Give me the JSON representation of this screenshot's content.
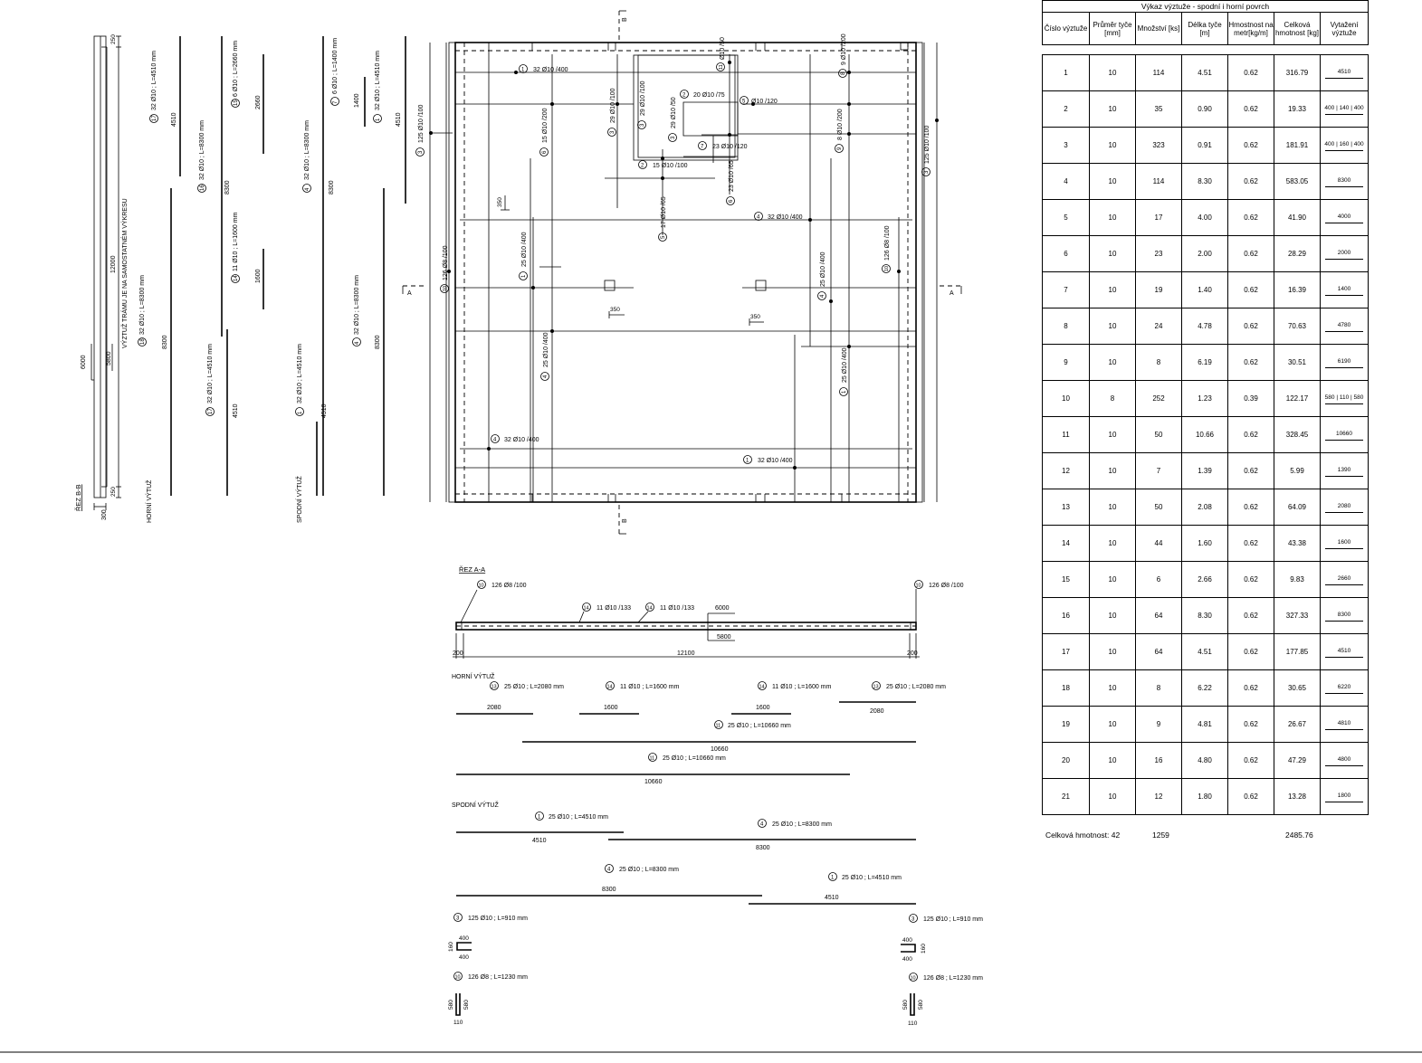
{
  "schedule": {
    "title": "Výkaz výztuže - spodní i horní povrch",
    "headers": [
      "Číslo výztuže",
      "Průměr tyče [mm]",
      "Množství [ks]",
      "Délka tyče [m]",
      "Hmostnost na metr[kg/m]",
      "Celková hmotnost [kg]",
      "Vytažení výztuže"
    ],
    "rows": [
      {
        "no": "1",
        "d": "10",
        "qty": "114",
        "len": "4.51",
        "w": "0.62",
        "total": "316.79",
        "shape": "4510"
      },
      {
        "no": "2",
        "d": "10",
        "qty": "35",
        "len": "0.90",
        "w": "0.62",
        "total": "19.33",
        "shape": "400 | 140 | 400"
      },
      {
        "no": "3",
        "d": "10",
        "qty": "323",
        "len": "0.91",
        "w": "0.62",
        "total": "181.91",
        "shape": "400 | 160 | 400"
      },
      {
        "no": "4",
        "d": "10",
        "qty": "114",
        "len": "8.30",
        "w": "0.62",
        "total": "583.05",
        "shape": "8300"
      },
      {
        "no": "5",
        "d": "10",
        "qty": "17",
        "len": "4.00",
        "w": "0.62",
        "total": "41.90",
        "shape": "4000"
      },
      {
        "no": "6",
        "d": "10",
        "qty": "23",
        "len": "2.00",
        "w": "0.62",
        "total": "28.29",
        "shape": "2000"
      },
      {
        "no": "7",
        "d": "10",
        "qty": "19",
        "len": "1.40",
        "w": "0.62",
        "total": "16.39",
        "shape": "1400"
      },
      {
        "no": "8",
        "d": "10",
        "qty": "24",
        "len": "4.78",
        "w": "0.62",
        "total": "70.63",
        "shape": "4780"
      },
      {
        "no": "9",
        "d": "10",
        "qty": "8",
        "len": "6.19",
        "w": "0.62",
        "total": "30.51",
        "shape": "6190"
      },
      {
        "no": "10",
        "d": "8",
        "qty": "252",
        "len": "1.23",
        "w": "0.39",
        "total": "122.17",
        "shape": "580 | 110 | 580"
      },
      {
        "no": "11",
        "d": "10",
        "qty": "50",
        "len": "10.66",
        "w": "0.62",
        "total": "328.45",
        "shape": "10660"
      },
      {
        "no": "12",
        "d": "10",
        "qty": "7",
        "len": "1.39",
        "w": "0.62",
        "total": "5.99",
        "shape": "1390"
      },
      {
        "no": "13",
        "d": "10",
        "qty": "50",
        "len": "2.08",
        "w": "0.62",
        "total": "64.09",
        "shape": "2080"
      },
      {
        "no": "14",
        "d": "10",
        "qty": "44",
        "len": "1.60",
        "w": "0.62",
        "total": "43.38",
        "shape": "1600"
      },
      {
        "no": "15",
        "d": "10",
        "qty": "6",
        "len": "2.66",
        "w": "0.62",
        "total": "9.83",
        "shape": "2660"
      },
      {
        "no": "16",
        "d": "10",
        "qty": "64",
        "len": "8.30",
        "w": "0.62",
        "total": "327.33",
        "shape": "8300"
      },
      {
        "no": "17",
        "d": "10",
        "qty": "64",
        "len": "4.51",
        "w": "0.62",
        "total": "177.85",
        "shape": "4510"
      },
      {
        "no": "18",
        "d": "10",
        "qty": "8",
        "len": "6.22",
        "w": "0.62",
        "total": "30.65",
        "shape": "6220"
      },
      {
        "no": "19",
        "d": "10",
        "qty": "9",
        "len": "4.81",
        "w": "0.62",
        "total": "26.67",
        "shape": "4810"
      },
      {
        "no": "20",
        "d": "10",
        "qty": "16",
        "len": "4.80",
        "w": "0.62",
        "total": "47.29",
        "shape": "4800"
      },
      {
        "no": "21",
        "d": "10",
        "qty": "12",
        "len": "1.80",
        "w": "0.62",
        "total": "13.28",
        "shape": "1800"
      }
    ],
    "totals": {
      "label": "Celková hmotnost: 42",
      "qty": "1259",
      "mass": "2485.76"
    }
  },
  "section_bb": {
    "label": "ŘEZ B-B",
    "dim_300": "300",
    "dim_250_top": "250",
    "dim_250_bot": "250",
    "dim_12000": "12000",
    "dim_6000": "6000",
    "dim_5800": "5800",
    "note": "VÝZTUŽ TRÁMU JE NA SAMOSTATNÉM VÝKRESU"
  },
  "upper_elev": {
    "label": "HORNÍ VÝTUŽ",
    "bars": [
      {
        "mark": "17",
        "text": "32 Ø10 ; L=4510 mm",
        "dim": "4510"
      },
      {
        "mark": "16",
        "text": "32 Ø10 ; L=8300 mm",
        "dim": "8300"
      },
      {
        "mark": "15",
        "text": "6 Ø10 ; L=2660 mm",
        "dim": "2660"
      },
      {
        "mark": "14",
        "text": "11 Ø10 ; L=1600 mm",
        "dim": "1600"
      },
      {
        "mark": "18",
        "text": "32 Ø10 ; L=8300 mm",
        "dim": "8300"
      },
      {
        "mark": "17",
        "text": "32 Ø10 ; L=4510 mm",
        "dim": "4510"
      }
    ]
  },
  "lower_elev": {
    "label": "SPODNÍ VÝTUŽ",
    "bars": [
      {
        "mark": "7",
        "text": "6 Ø10 ; L=1400 mm",
        "dim": "1400"
      },
      {
        "mark": "1",
        "text": "32 Ø10 ; L=4510 mm",
        "dim": "4510"
      },
      {
        "mark": "4",
        "text": "32 Ø10 ; L=8300 mm",
        "dim": "8300"
      },
      {
        "mark": "4",
        "text": "32 Ø10 ; L=8300 mm",
        "dim": "8300"
      },
      {
        "mark": "1",
        "text": "32 Ø10 ; L=4510 mm",
        "dim": "4510"
      }
    ]
  },
  "plan": {
    "section_a": "A",
    "section_b": "B",
    "callouts": [
      {
        "mark": "1",
        "text": "32 Ø10 /400"
      },
      {
        "mark": "3",
        "text": "125 Ø10 /100"
      },
      {
        "mark": "6",
        "text": "15 Ø10 /200"
      },
      {
        "mark": "3",
        "text": "29 Ø10 /100"
      },
      {
        "mark": "3",
        "text": "29 Ø10 /100"
      },
      {
        "mark": "3",
        "text": "29 Ø10 /50"
      },
      {
        "mark": "2",
        "text": "20 Ø10 /75"
      },
      {
        "mark": "5",
        "text": "Ø10 /120"
      },
      {
        "mark": "11",
        "text": "Ø10 /50"
      },
      {
        "mark": "2",
        "text": "15 Ø10 /100"
      },
      {
        "mark": "7",
        "text": "23 Ø10 /120"
      },
      {
        "mark": "6",
        "text": "23 Ø10 /65"
      },
      {
        "mark": "5",
        "text": "17 Ø10 /65"
      },
      {
        "mark": "8",
        "text": "9 Ø10 /200"
      },
      {
        "mark": "9",
        "text": "8 Ø10 /200"
      },
      {
        "mark": "3",
        "text": "125 Ø10 /100"
      },
      {
        "mark": "4",
        "text": "32 Ø10 /400"
      },
      {
        "mark": "10",
        "text": "126 Ø8 /100"
      },
      {
        "mark": "10",
        "text": "126 Ø8 /100"
      },
      {
        "mark": "1",
        "text": "25 Ø10 /400"
      },
      {
        "mark": "4",
        "text": "25 Ø10 /400"
      },
      {
        "mark": "4",
        "text": "25 Ø10 /400"
      },
      {
        "mark": "1",
        "text": "25 Ø10 /400"
      },
      {
        "mark": "4",
        "text": "32 Ø10 /400"
      },
      {
        "mark": "1",
        "text": "32 Ø10 /400"
      }
    ],
    "dim_350a": "350",
    "dim_350b": "350",
    "dim_350c": "350"
  },
  "section_aa": {
    "label": "ŘEZ A-A",
    "c10_left": {
      "mark": "10",
      "text": "126 Ø8 /100"
    },
    "c10_right": {
      "mark": "10",
      "text": "126 Ø8 /100"
    },
    "c14_a": {
      "mark": "14",
      "text": "11 Ø10 /133"
    },
    "c14_b": {
      "mark": "14",
      "text": "11 Ø10 /133"
    },
    "dim_6000": "6000",
    "dim_5800": "5800",
    "dim_200_left": "200",
    "dim_12100": "12100",
    "dim_200_right": "200",
    "upper_label": "HORNÍ VÝTUŽ",
    "lower_label": "SPODNÍ VÝTUŽ",
    "upper_bars": [
      {
        "mark": "13",
        "text": "25 Ø10 ; L=2080 mm",
        "dim": "2080"
      },
      {
        "mark": "14",
        "text": "11 Ø10 ; L=1600 mm",
        "dim": "1600"
      },
      {
        "mark": "14",
        "text": "11 Ø10 ; L=1600 mm",
        "dim": "1600"
      },
      {
        "mark": "13",
        "text": "25 Ø10 ; L=2080 mm",
        "dim": "2080"
      },
      {
        "mark": "11",
        "text": "25 Ø10 ; L=10660 mm",
        "dim": "10660"
      },
      {
        "mark": "11",
        "text": "25 Ø10 ; L=10660 mm",
        "dim": "10660"
      }
    ],
    "lower_bars": [
      {
        "mark": "1",
        "text": "25 Ø10 ; L=4510 mm",
        "dim": "4510"
      },
      {
        "mark": "4",
        "text": "25 Ø10 ; L=8300 mm",
        "dim": "8300"
      },
      {
        "mark": "4",
        "text": "25 Ø10 ; L=8300 mm",
        "dim": "8300"
      },
      {
        "mark": "1",
        "text": "25 Ø10 ; L=4510 mm",
        "dim": "4510"
      }
    ],
    "bent3_left": {
      "mark": "3",
      "text": "125 Ø10 ; L=910 mm",
      "top": "400",
      "side": "160",
      "bottom": "400"
    },
    "bent3_right": {
      "mark": "3",
      "text": "125 Ø10 ; L=910 mm",
      "top": "400",
      "side": "160",
      "bottom": "400"
    },
    "bent10_left": {
      "mark": "10",
      "text": "126 Ø8 ; L=1230 mm",
      "a": "580",
      "b": "580",
      "c": "110"
    },
    "bent10_right": {
      "mark": "10",
      "text": "126 Ø8 ; L=1230 mm",
      "a": "580",
      "b": "580",
      "c": "110"
    }
  }
}
